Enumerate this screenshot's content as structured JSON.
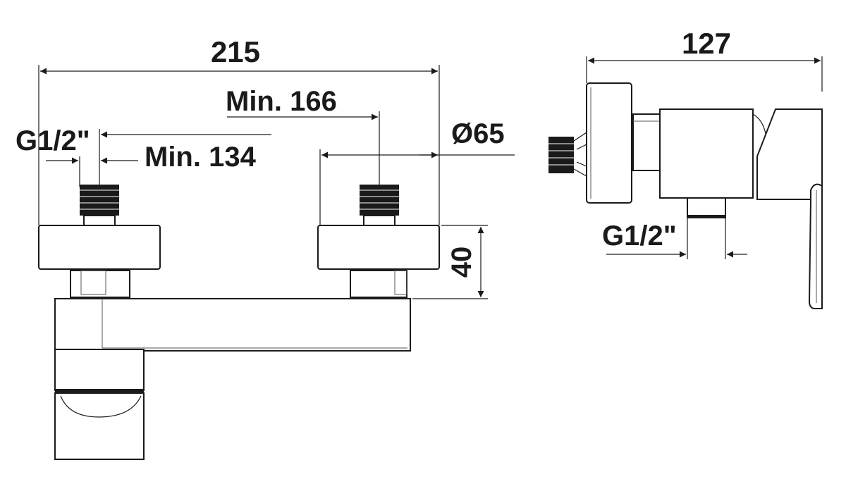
{
  "drawing": {
    "front_view": {
      "overall_width": "215",
      "min_166": "Min. 166",
      "min_134": "Min. 134",
      "thread_left": "G1/2\"",
      "diameter": "Ø65",
      "height": "40"
    },
    "side_view": {
      "depth": "127",
      "thread_outlet": "G1/2\""
    }
  }
}
